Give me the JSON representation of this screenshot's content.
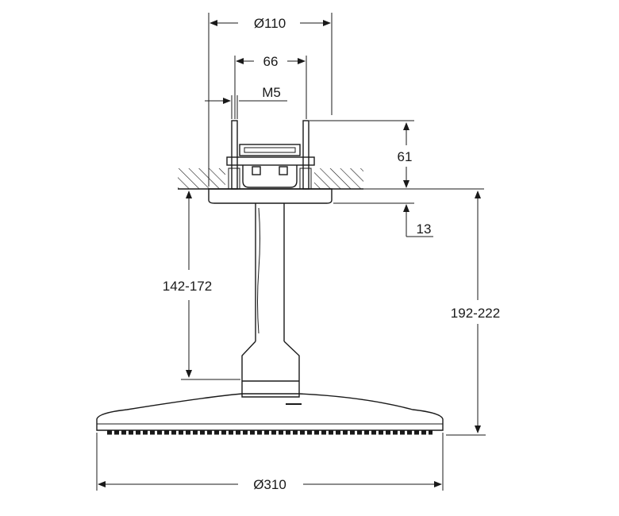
{
  "dimensions": {
    "outer_diameter_top": "Ø110",
    "hole_spacing": "66",
    "thread": "M5",
    "box_height": "61",
    "flange_height": "13",
    "arm_length": "142-172",
    "total_height": "192-222",
    "head_diameter": "Ø310"
  },
  "colors": {
    "line": "#1a1a1a",
    "background": "#ffffff"
  }
}
